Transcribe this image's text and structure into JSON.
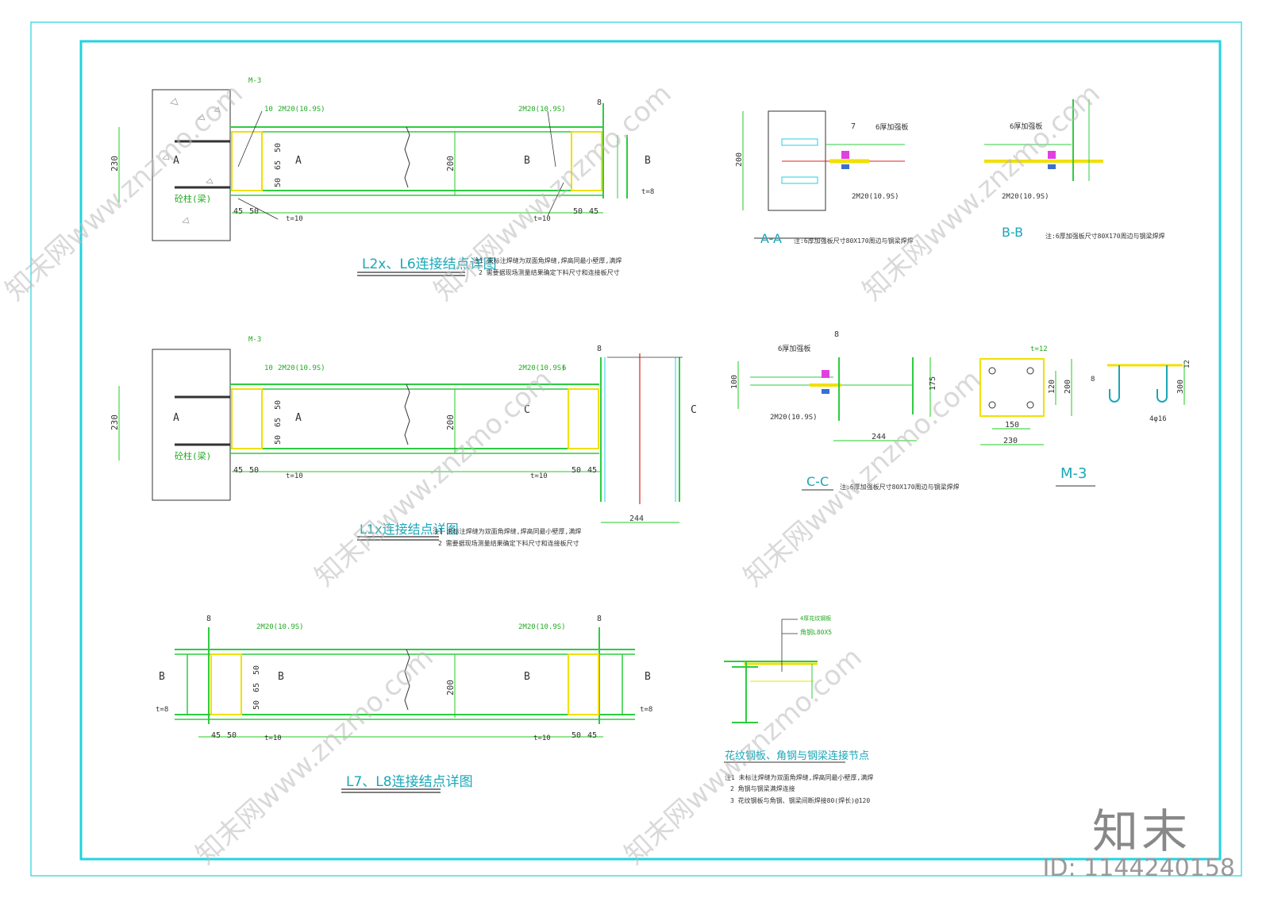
{
  "colors": {
    "frame": "#22d3e0",
    "dim": "#22cc22",
    "steel": "#2ecc40",
    "plate": "#f0e000",
    "text": "#222222",
    "red": "#e02020"
  },
  "d1": {
    "title": "L2x、L6连接结点详图",
    "col_label": "砼柱(梁)",
    "mark": "M-3",
    "weld": "10",
    "bolt_left": "2M20(10.9S)",
    "bolt_right": "2M20(10.9S)",
    "top_right": "8",
    "h_total": "230",
    "h_beam": "200",
    "b50a": "50",
    "b65": "65",
    "b50b": "50",
    "bot_l1": "45",
    "bot_l2": "50",
    "bot_r1": "50",
    "bot_r2": "45",
    "t_left": "t=10",
    "t_right": "t=10",
    "t_end": "t=8",
    "secA": "A",
    "secB": "B",
    "note1": "注1  未标注焊缝为双面角焊缝,焊高同最小壁厚,满焊",
    "note2": "2  需要据现场测量结果确定下料尺寸和连接板尺寸"
  },
  "d2": {
    "title": "L1x连接结点详图",
    "col_label": "砼柱(梁)",
    "mark": "M-3",
    "weld": "10",
    "weld_r": "6",
    "bolt_left": "2M20(10.9S)",
    "bolt_right": "2M20(10.9S)",
    "top_right": "8",
    "h_total": "230",
    "h_beam": "200",
    "b50a": "50",
    "b65": "65",
    "b50b": "50",
    "bot_l1": "45",
    "bot_l2": "50",
    "bot_r1": "50",
    "bot_r2": "45",
    "t_left": "t=10",
    "t_right": "t=10",
    "w244": "244",
    "secA": "A",
    "secC": "C",
    "note1": "注1  未标注焊缝为双面角焊缝,焊高同最小壁厚,满焊",
    "note2": "2  需要据现场测量结果确定下料尺寸和连接板尺寸"
  },
  "d3": {
    "title": "L7、L8连接结点详图",
    "bolt_left": "2M20(10.9S)",
    "bolt_right": "2M20(10.9S)",
    "top_l": "8",
    "top_r": "8",
    "h_beam": "200",
    "b50a": "50",
    "b65": "65",
    "b50b": "50",
    "bot_l1": "45",
    "bot_l2": "50",
    "bot_r1": "50",
    "bot_r2": "45",
    "t_left": "t=8",
    "t_right": "t=8",
    "t_l10": "t=10",
    "t_r10": "t=10",
    "secB": "B"
  },
  "sAA": {
    "title": "A-A",
    "note": "注:6厚加强板尺寸80X170周边与钢梁焊焊",
    "h": "200",
    "weld": "7",
    "plate": "6厚加强板",
    "bolt": "2M20(10.9S)"
  },
  "sBB": {
    "title": "B-B",
    "note": "注:6厚加强板尺寸80X170周边与钢梁焊焊",
    "plate": "6厚加强板",
    "bolt": "2M20(10.9S)"
  },
  "sCC": {
    "title": "C-C",
    "note": "注:6厚加强板尺寸80X170周边与钢梁焊焊",
    "plate": "6厚加强板",
    "bolt": "2M20(10.9S)",
    "h": "100",
    "w": "244",
    "r": "175",
    "top": "8"
  },
  "m3": {
    "title": "M-3",
    "t": "t=12",
    "d120": "120",
    "d200": "200",
    "d150": "150",
    "d230": "230",
    "d300": "300",
    "d12": "12",
    "d8": "8",
    "bar": "4φ16"
  },
  "chk": {
    "title": "花纹钢板、角钢与钢梁连接节点",
    "lab1": "4厚花纹钢板",
    "lab2": "角钢L80X5",
    "note1": "注1  未标注焊缝为双面角焊缝,焊高同最小壁厚,满焊",
    "note2": "2  角钢与钢梁满焊连接",
    "note3": "3  花纹钢板与角钢、钢梁间断焊接80(焊长)@120"
  },
  "brand": {
    "logo": "知末",
    "id": "ID: 1144240158",
    "wm": "知末网www.znzmo.com"
  }
}
